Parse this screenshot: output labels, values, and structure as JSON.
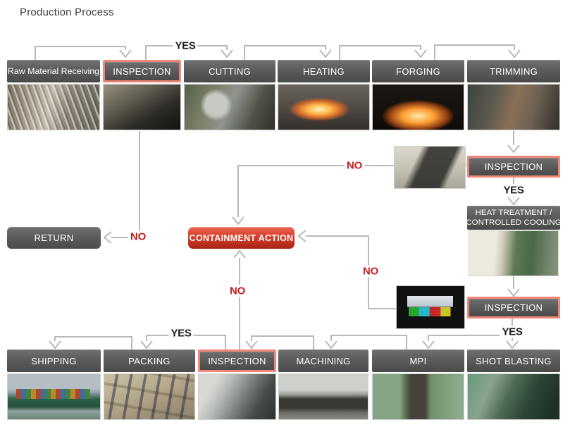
{
  "title": "Production Process",
  "labels": {
    "raw_material": "Raw Material Receiving",
    "inspection": "INSPECTION",
    "cutting": "CUTTING",
    "heating": "HEATING",
    "forging": "FORGING",
    "trimming": "TRIMMING",
    "heat_treatment_1": "HEAT TREATMENT /",
    "heat_treatment_2": "CONTROLLED COOLING",
    "return": "RETURN",
    "containment_action": "CONTAINMENT ACTION",
    "shipping": "SHIPPING",
    "packing": "PACKING",
    "machining": "MACHINING",
    "mpi": "MPI",
    "shot_blasting": "SHOT BLASTING",
    "yes": "YES",
    "no": "NO"
  },
  "colors": {
    "box_gray_top": "#717171",
    "box_gray_bottom": "#4a4a4a",
    "inspection_border": "#ef8676",
    "action_red_top": "#e9654f",
    "action_red_bottom": "#a82314",
    "connector_gray": "#b9b9b9",
    "no_red": "#c41f1f",
    "yes_black": "#1c1c1c",
    "title_gray": "#3c3c3c"
  },
  "photos": {
    "raw_material": "bundles-of-steel-bars",
    "inspection_1": "digital-caliper-on-dark-bar",
    "cutting": "cutting-machine-with-billets",
    "heating": "induction-furnace-orange-glow",
    "forging": "forging-sparks-in-dark-shop",
    "trimming": "worker-at-trimming-press",
    "inspection_2": "caliper-measuring-forged-part",
    "heat_treatment": "heat-treatment-line-green-machine",
    "inspection_3": "inspection-monitor-color-bars",
    "shipping": "container-ship",
    "packing": "strapped-wooden-crate",
    "inspection_4": "measuring-table-inspection",
    "machining": "multi-spindle-machining-line",
    "mpi": "mpi-green-booth",
    "shot_blasting": "shot-blasting-machine"
  }
}
